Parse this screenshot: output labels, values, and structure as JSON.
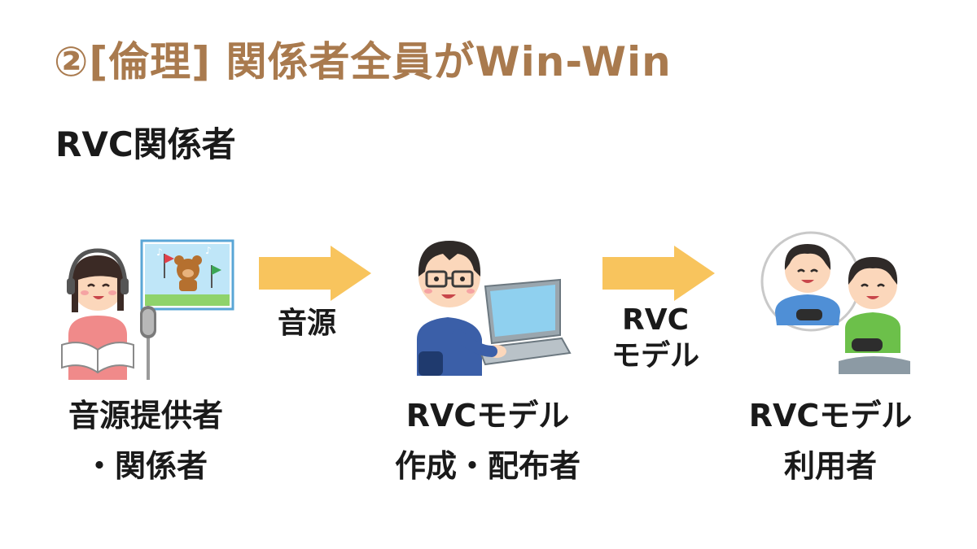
{
  "slide": {
    "title": "②[倫理] 関係者全員がWin-Win",
    "subtitle": "RVC関係者"
  },
  "flow": {
    "arrow1_label": "音源",
    "arrow2_label_line1": "RVC",
    "arrow2_label_line2": "モデル",
    "colors": {
      "arrow": "#f8c45d",
      "title": "#a97a4e"
    }
  },
  "actors": [
    {
      "icon": "singer-recording-illustration",
      "line1": "音源提供者",
      "line2": "・関係者"
    },
    {
      "icon": "developer-laptop-illustration",
      "line1": "RVCモデル",
      "line2": "作成・配布者"
    },
    {
      "icon": "kids-gaming-illustration",
      "line1": "RVCモデル",
      "line2": "利用者"
    }
  ]
}
